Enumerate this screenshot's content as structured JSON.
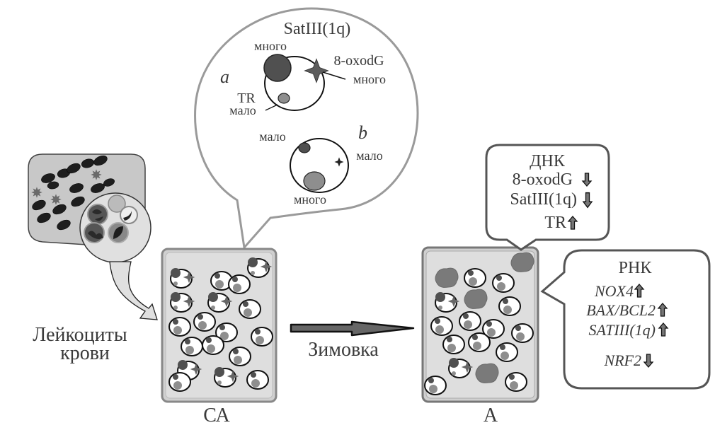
{
  "colors": {
    "background": "#ffffff",
    "bubble_outline_light": "#9a9a9a",
    "bubble_outline_dark": "#555555",
    "panel_fill": "#dcdcdc",
    "panel_border": "#777777",
    "nucleus_dark": "#505050",
    "nucleus_light": "#8e8e8e",
    "damaged_cell": "#777777",
    "text": "#3a3a3a",
    "arrow_fill": "#666666"
  },
  "left": {
    "source_image_label": "blood smear",
    "caption_line1": "Лейкоциты",
    "caption_line2": "крови"
  },
  "panels": {
    "control": {
      "label": "СА"
    },
    "treated": {
      "label": "А"
    }
  },
  "transition": {
    "label": "Зимовка"
  },
  "zoom_bubble": {
    "title": "SatIII(1q)",
    "cell_a": {
      "letter": "a",
      "satIII_amount": "много",
      "oxodG_label": "8-oxodG",
      "oxodG_amount": "много",
      "tr_label": "TR",
      "tr_amount": "мало"
    },
    "cell_b": {
      "letter": "b",
      "satIII_amount": "мало",
      "oxodG_amount": "мало",
      "tr_amount": "много"
    }
  },
  "dna_bubble": {
    "title": "ДНК",
    "items": [
      {
        "label": "8-oxodG",
        "direction": "down"
      },
      {
        "label": "SatIII(1q)",
        "direction": "down"
      },
      {
        "label": "TR",
        "direction": "up"
      }
    ]
  },
  "rna_bubble": {
    "title": "РНК",
    "items": [
      {
        "label": "NOX4",
        "direction": "up"
      },
      {
        "label": "BAX/BCL2",
        "direction": "up"
      },
      {
        "label": "SATIII(1q)",
        "direction": "up"
      },
      {
        "label": "NRF2",
        "direction": "down"
      }
    ]
  }
}
